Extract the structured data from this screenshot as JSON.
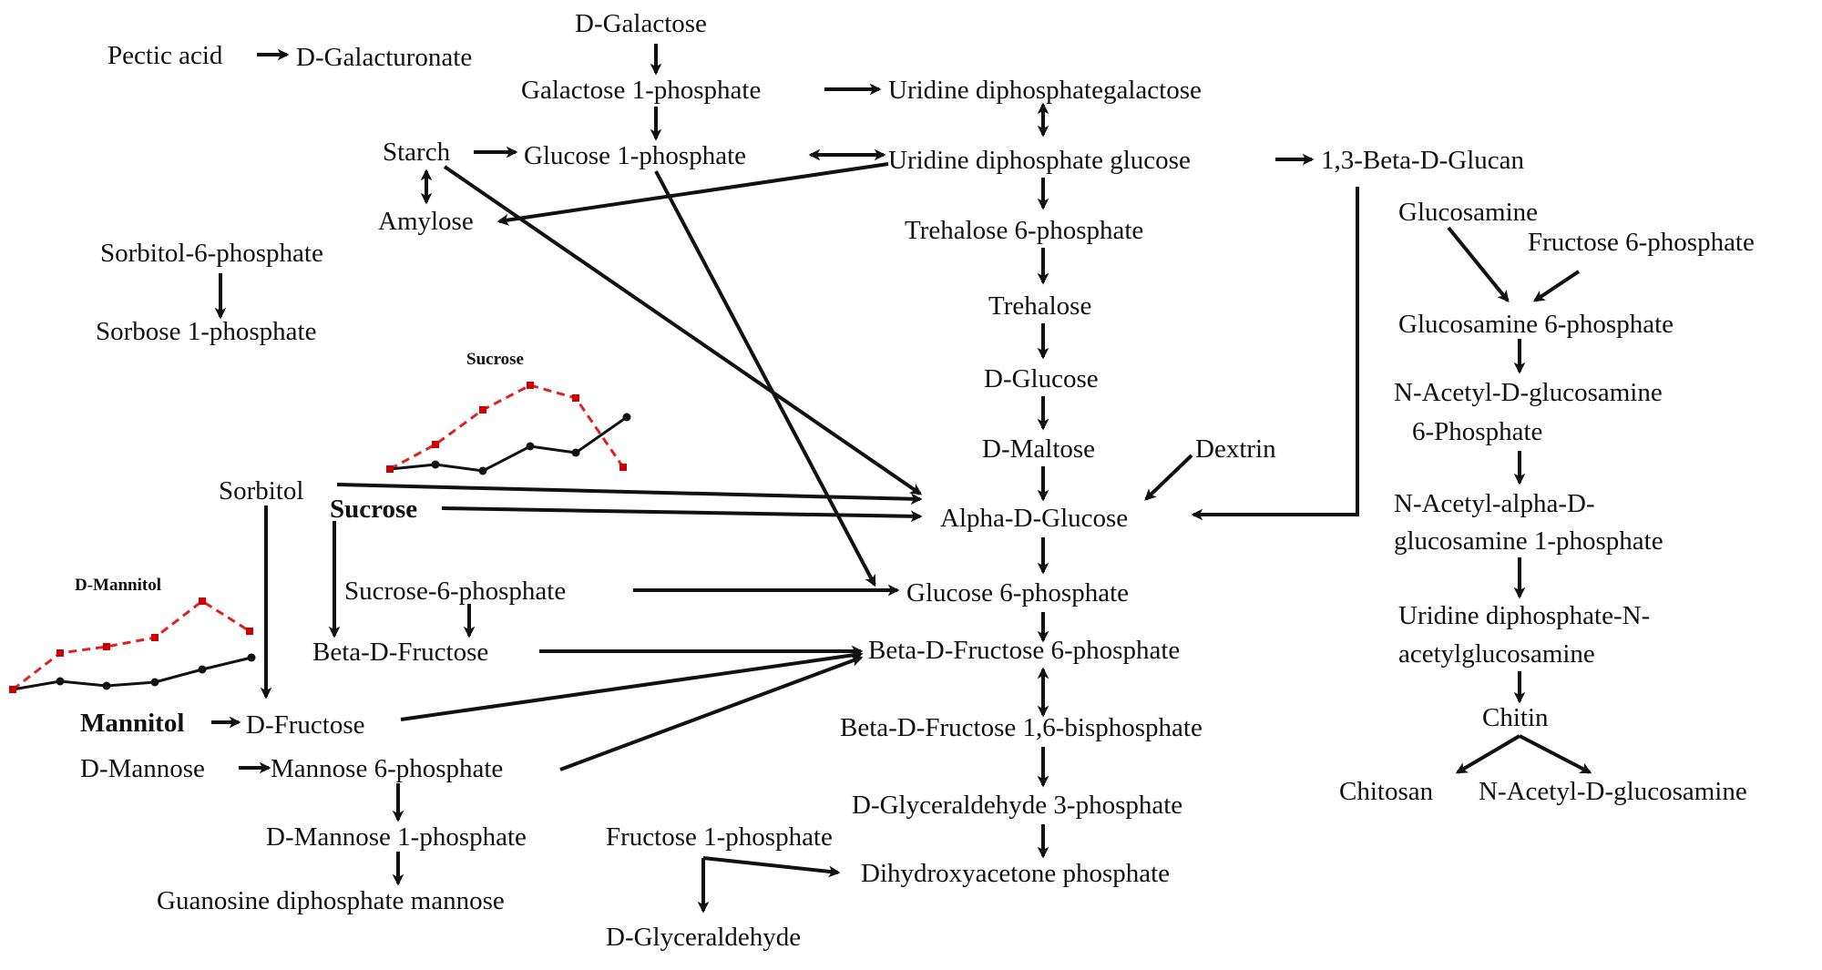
{
  "nodes": [
    {
      "id": "pectic_acid",
      "label": "Pectic acid"
    },
    {
      "id": "d_galacturonate",
      "label": "D-Galacturonate"
    },
    {
      "id": "d_galactose",
      "label": "D-Galactose"
    },
    {
      "id": "galactose_1p",
      "label": "Galactose 1-phosphate"
    },
    {
      "id": "udp_galactose",
      "label": "Uridine diphosphategalactose"
    },
    {
      "id": "starch",
      "label": "Starch"
    },
    {
      "id": "glucose_1p",
      "label": "Glucose 1-phosphate"
    },
    {
      "id": "udp_glucose",
      "label": "Uridine diphosphate glucose"
    },
    {
      "id": "beta_glucan",
      "label": "1,3-Beta-D-Glucan"
    },
    {
      "id": "amylose",
      "label": "Amylose"
    },
    {
      "id": "trehalose_6p",
      "label": "Trehalose 6-phosphate"
    },
    {
      "id": "sorbitol_6p",
      "label": "Sorbitol-6-phosphate"
    },
    {
      "id": "sorbose_1p",
      "label": "Sorbose 1-phosphate"
    },
    {
      "id": "trehalose",
      "label": "Trehalose"
    },
    {
      "id": "d_glucose",
      "label": "D-Glucose"
    },
    {
      "id": "d_maltose",
      "label": "D-Maltose"
    },
    {
      "id": "dextrin",
      "label": "Dextrin"
    },
    {
      "id": "sorbitol",
      "label": "Sorbitol"
    },
    {
      "id": "sucrose",
      "label": "Sucrose"
    },
    {
      "id": "alpha_d_glucose",
      "label": "Alpha-D-Glucose"
    },
    {
      "id": "sucrose_6p",
      "label": "Sucrose-6-phosphate"
    },
    {
      "id": "glucose_6p",
      "label": "Glucose 6-phosphate"
    },
    {
      "id": "beta_d_fructose",
      "label": "Beta-D-Fructose"
    },
    {
      "id": "beta_d_fructose_6p",
      "label": "Beta-D-Fructose 6-phosphate"
    },
    {
      "id": "mannitol",
      "label": "Mannitol"
    },
    {
      "id": "d_fructose",
      "label": "D-Fructose"
    },
    {
      "id": "beta_d_fructose_16bp",
      "label": "Beta-D-Fructose 1,6-bisphosphate"
    },
    {
      "id": "d_mannose",
      "label": "D-Mannose"
    },
    {
      "id": "mannose_6p",
      "label": "Mannose 6-phosphate"
    },
    {
      "id": "gap",
      "label": "D-Glyceraldehyde 3-phosphate"
    },
    {
      "id": "d_mannose_1p",
      "label": "D-Mannose 1-phosphate"
    },
    {
      "id": "fructose_1p",
      "label": "Fructose 1-phosphate"
    },
    {
      "id": "dhap",
      "label": "Dihydroxyacetone phosphate"
    },
    {
      "id": "gdp_mannose",
      "label": "Guanosine diphosphate mannose"
    },
    {
      "id": "d_glyceraldehyde",
      "label": "D-Glyceraldehyde"
    },
    {
      "id": "glucosamine",
      "label": "Glucosamine"
    },
    {
      "id": "fructose_6p",
      "label": "Fructose 6-phosphate"
    },
    {
      "id": "glucosamine_6p",
      "label": "Glucosamine 6-phosphate"
    },
    {
      "id": "nag_6p_l1",
      "label": "N-Acetyl-D-glucosamine"
    },
    {
      "id": "nag_6p_l2",
      "label": "6-Phosphate"
    },
    {
      "id": "nag_1p_l1",
      "label": "N-Acetyl-alpha-D-"
    },
    {
      "id": "nag_1p_l2",
      "label": "glucosamine 1-phosphate"
    },
    {
      "id": "udp_nag_l1",
      "label": "Uridine diphosphate-N-"
    },
    {
      "id": "udp_nag_l2",
      "label": "acetylglucosamine"
    },
    {
      "id": "chitin",
      "label": "Chitin"
    },
    {
      "id": "chitosan",
      "label": "Chitosan"
    },
    {
      "id": "nag",
      "label": "N-Acetyl-D-glucosamine"
    }
  ],
  "mini_charts": [
    {
      "id": "sucrose_trend",
      "title": "Sucrose",
      "series_colors": [
        "#e02020",
        "#111111"
      ]
    },
    {
      "id": "mannitol_trend",
      "title": "D-Mannitol",
      "series_colors": [
        "#e02020",
        "#111111"
      ]
    }
  ]
}
